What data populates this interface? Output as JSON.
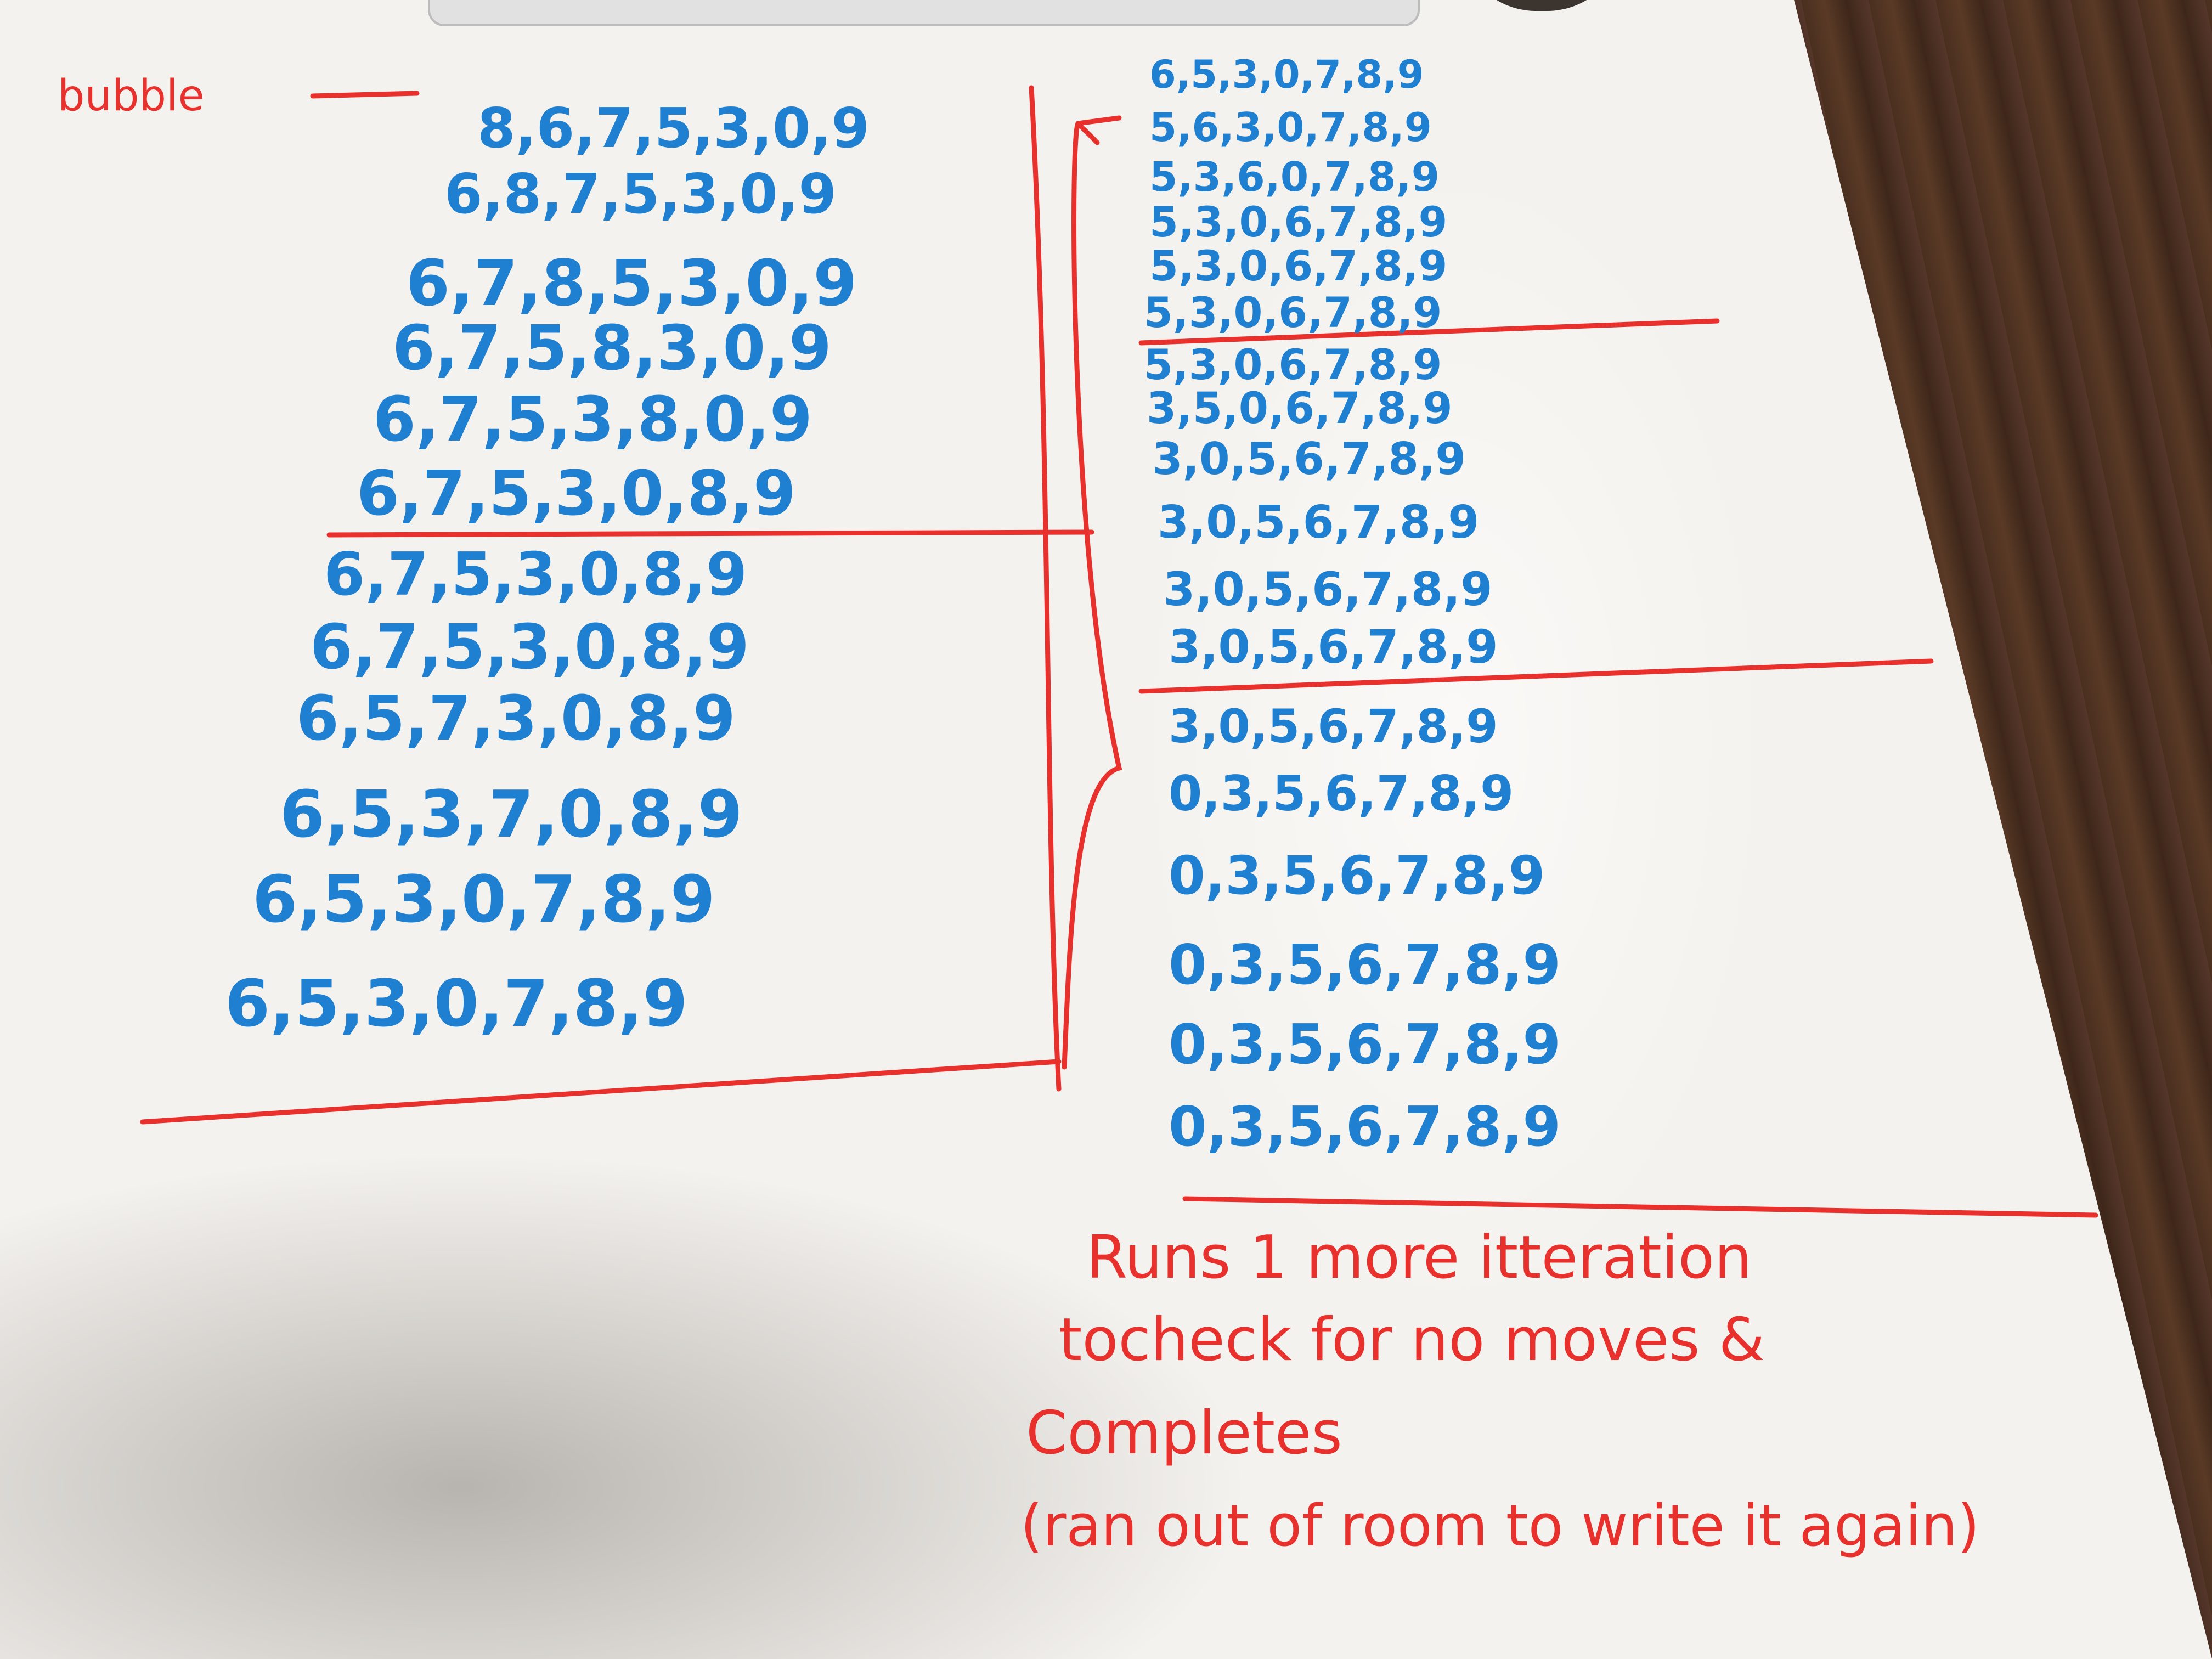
{
  "label": "bubble",
  "left_column": {
    "group1": [
      "8,6,7,5,3,0,9",
      "6,8,7,5,3,0,9",
      "6,7,8,5,3,0,9",
      "6,7,5,8,3,0,9",
      "6,7,5,3,8,0,9",
      "6,7,5,3,0,8,9"
    ],
    "group2": [
      "6,7,5,3,0,8,9",
      "6,7,5,3,0,8,9",
      "6,5,7,3,0,8,9",
      "6,5,3,7,0,8,9",
      "6,5,3,0,7,8,9",
      "6,5,3,0,7,8,9"
    ]
  },
  "right_column": {
    "group1": [
      "6,5,3,0,7,8,9",
      "5,6,3,0,7,8,9",
      "5,3,6,0,7,8,9",
      "5,3,0,6,7,8,9",
      "5,3,0,6,7,8,9",
      "5,3,0,6,7,8,9"
    ],
    "group2": [
      "5,3,0,6,7,8,9",
      "3,5,0,6,7,8,9",
      "3,0,5,6,7,8,9",
      "3,0,5,6,7,8,9",
      "3,0,5,6,7,8,9",
      "3,0,5,6,7,8,9"
    ],
    "group3": [
      "3,0,5,6,7,8,9",
      "0,3,5,6,7,8,9",
      "0,3,5,6,7,8,9",
      "0,3,5,6,7,8,9",
      "0,3,5,6,7,8,9",
      "0,3,5,6,7,8,9"
    ]
  },
  "note": {
    "line1": "Runs 1 more itteration",
    "line2": "tocheck for no moves &",
    "line3": "Completes",
    "line4": "(ran out of room to write it again)"
  },
  "colors": {
    "marker_blue": "#1f7fd0",
    "marker_red": "#e8302c",
    "board": "#f4f2ee"
  }
}
